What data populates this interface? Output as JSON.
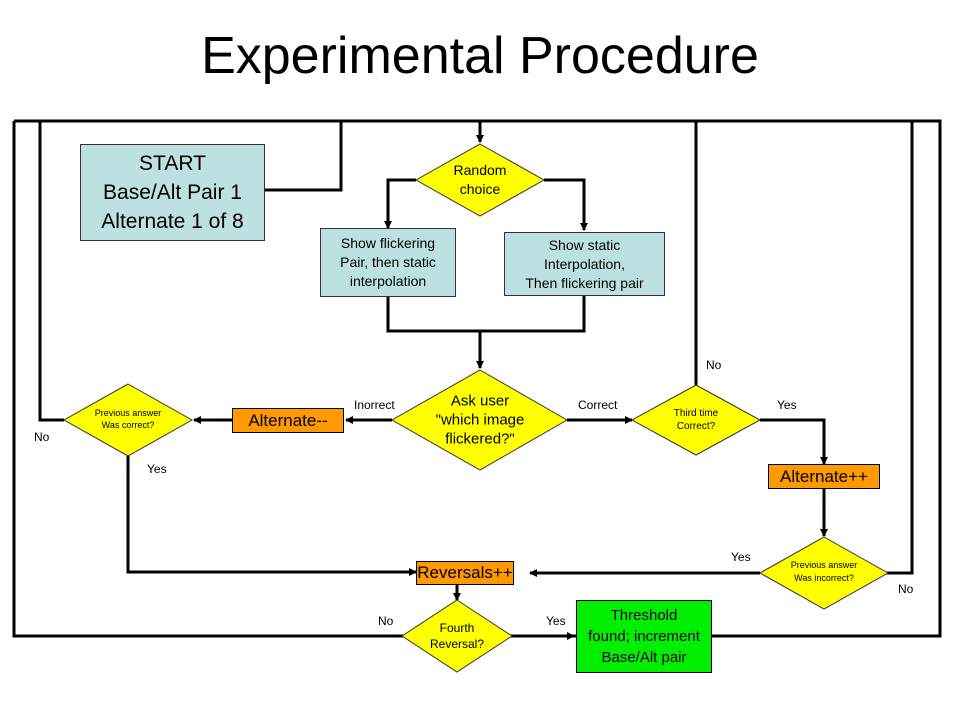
{
  "title": "Experimental Procedure",
  "nodes": {
    "start": "START\nBase/Alt Pair 1\nAlternate 1 of 8",
    "random_choice": "Random\nchoice",
    "show_flickering": "Show flickering\nPair, then static\ninterpolation",
    "show_static": "Show static\nInterpolation,\nThen flickering pair",
    "ask_user": "Ask user\n\"which image\nflickered?\"",
    "alternate_minus": "Alternate--",
    "prev_correct": "Previous answer\nWas correct?",
    "third_time": "Third time\nCorrect?",
    "alternate_plus": "Alternate++",
    "prev_incorrect": "Previous answer\nWas incorrect?",
    "reversals": "Reversals++",
    "fourth_reversal": "Fourth\nReversal?",
    "threshold": "Threshold\nfound; increment\nBase/Alt pair"
  },
  "edge_labels": {
    "incorrect": "Inorrect",
    "correct": "Correct",
    "third_no": "No",
    "third_yes": "Yes",
    "prev_correct_no": "No",
    "prev_correct_yes": "Yes",
    "prev_incorrect_yes": "Yes",
    "prev_incorrect_no": "No",
    "fourth_no": "No",
    "fourth_yes": "Yes"
  },
  "colors": {
    "process": "#bde0e3",
    "decision": "#ffff00",
    "counter": "#ff9900",
    "terminal": "#00ee00",
    "line": "#000000"
  }
}
